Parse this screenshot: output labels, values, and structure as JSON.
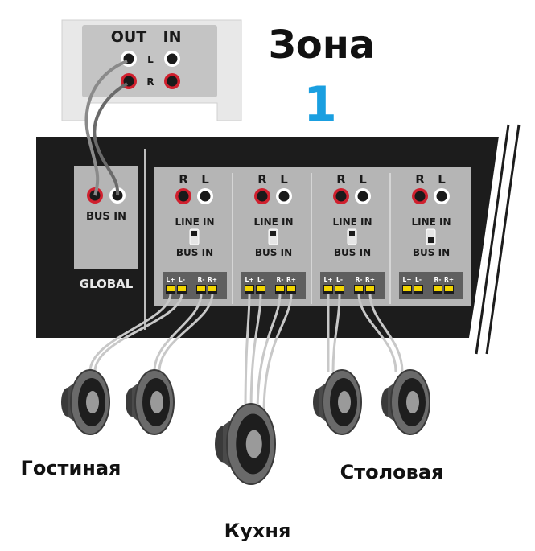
{
  "title": {
    "word": "Зона",
    "number": "1"
  },
  "source": {
    "out_label": "OUT",
    "in_label": "IN",
    "left_label": "L",
    "right_label": "R"
  },
  "global": {
    "bus_in_label": "BUS IN",
    "section_label": "GLOBAL"
  },
  "zones": [
    {
      "r": "R",
      "l": "L",
      "line_in": "LINE IN",
      "bus_in": "BUS IN",
      "switch": "LINE IN",
      "terminals": [
        "L+",
        "L-",
        "R-",
        "R+"
      ]
    },
    {
      "r": "R",
      "l": "L",
      "line_in": "LINE IN",
      "bus_in": "BUS IN",
      "switch": "LINE IN",
      "terminals": [
        "L+",
        "L-",
        "R-",
        "R+"
      ]
    },
    {
      "r": "R",
      "l": "L",
      "line_in": "LINE IN",
      "bus_in": "BUS IN",
      "switch": "LINE IN",
      "terminals": [
        "L+",
        "L-",
        "R-",
        "R+"
      ]
    },
    {
      "r": "R",
      "l": "L",
      "line_in": "LINE IN",
      "bus_in": "BUS IN",
      "switch": "BUS IN",
      "terminals": [
        "L+",
        "L-",
        "R-",
        "R+"
      ]
    }
  ],
  "rooms": [
    "Гостиная",
    "Кухня",
    "Столовая"
  ],
  "colors": {
    "accent": "#1a9fe0",
    "jack_red": "#d0202e",
    "terminal": "#f2d500",
    "panel": "#1c1c1c"
  }
}
